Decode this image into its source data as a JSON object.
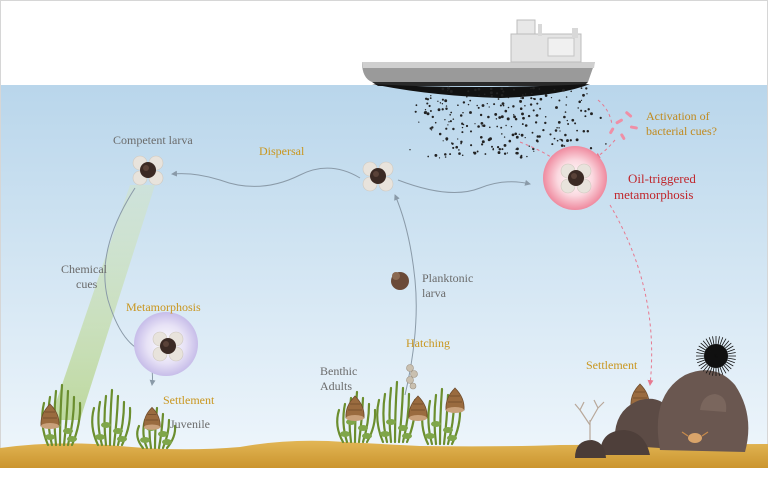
{
  "labels": {
    "competent_larva": "Competent larva",
    "dispersal": "Dispersal",
    "chemical_cues_line1": "Chemical",
    "chemical_cues_line2": "cues",
    "metamorphosis": "Metamorphosis",
    "settlement_left": "Settlement",
    "juvenile": "Juvenile",
    "planktonic_line1": "Planktonic",
    "planktonic_line2": "larva",
    "hatching": "Hatching",
    "benthic_line1": "Benthic",
    "benthic_line2": "Adults",
    "activation_line1": "Activation of",
    "activation_line2": "bacterial cues?",
    "oil_line1": "Oil-triggered",
    "oil_line2": "metamorphosis",
    "settlement_right": "Settlement"
  },
  "colors": {
    "water_top": "#bcd8ec",
    "water_bottom": "#e9f3fb",
    "sand": "#d8a740",
    "ship_hull": "#8a8a8a",
    "oil": "#1a1a1a",
    "label_gold": "#c9961e",
    "label_red": "#c0272d",
    "label_grey": "#6b6b6b",
    "seagrass": "#7a9c3a",
    "snail": "#9a6b3f",
    "rock": "#5a4a44",
    "pink_glow": "#f2a3b3"
  }
}
